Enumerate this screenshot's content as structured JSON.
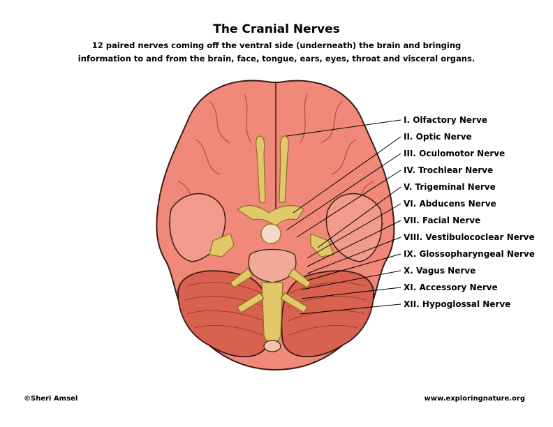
{
  "title": "The Cranial Nerves",
  "subtitle_line1": "12 paired nerves coming off the ventral side (underneath) the brain and bringing",
  "subtitle_line2": "information to and from the brain, face, tongue, ears, eyes, throat and visceral organs.",
  "labels": [
    "I. Olfactory Nerve",
    "II. Optic Nerve",
    "III. Oculomotor Nerve",
    "IV. Trochlear Nerve",
    "V. Trigeminal Nerve",
    "VI. Abducens Nerve",
    "VII. Facial Nerve",
    "VIII. Vestibulococlear Nerve",
    "IX. Glossopharyngeal Nerve",
    "X. Vagus Nerve",
    "XI. Accessory Nerve",
    "XII. Hypoglossal Nerve"
  ],
  "credit_left": "©Sheri Amsel",
  "credit_right": "www.exploringnature.org",
  "colors": {
    "brain": "#f0897a",
    "brain_dark": "#d8685a",
    "cerebellum": "#d9614f",
    "nerve": "#e2c86a",
    "nerve_dark": "#b79a3c",
    "outline": "#3a1a14"
  }
}
